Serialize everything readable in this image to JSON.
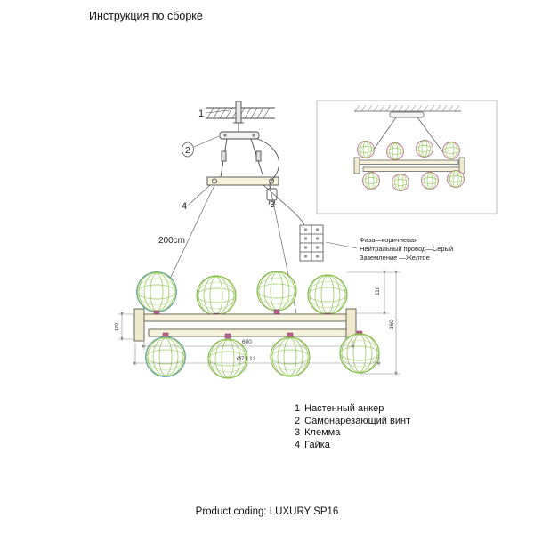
{
  "page": {
    "title": "Инструкция по сборке",
    "footer": "Product coding: LUXURY SP16"
  },
  "drawing": {
    "suspension_length_label": "200cm",
    "callouts": {
      "c1": "1",
      "c2": "2",
      "c3": "3",
      "c4": "4"
    },
    "wiring_note": {
      "phase": "Фаза—коричневая",
      "neutral": "Нейтральный провод—Серый",
      "ground": "Заземление —Желтое"
    },
    "dimensions": {
      "width": "600",
      "diameter": "Ø71.13",
      "height": "360",
      "globe_offset": "110",
      "end_height": "170"
    }
  },
  "legend": {
    "items": [
      {
        "num": "1",
        "label": "Настенный анкер"
      },
      {
        "num": "2",
        "label": "Самонарезающий винт"
      },
      {
        "num": "3",
        "label": "Клемма"
      },
      {
        "num": "4",
        "label": "Гайка"
      }
    ]
  },
  "colors": {
    "globe_green": "#8bc34a",
    "globe_pink": "#c2699c",
    "bar_fill": "#f6f1da",
    "line": "#4a4a4a"
  }
}
